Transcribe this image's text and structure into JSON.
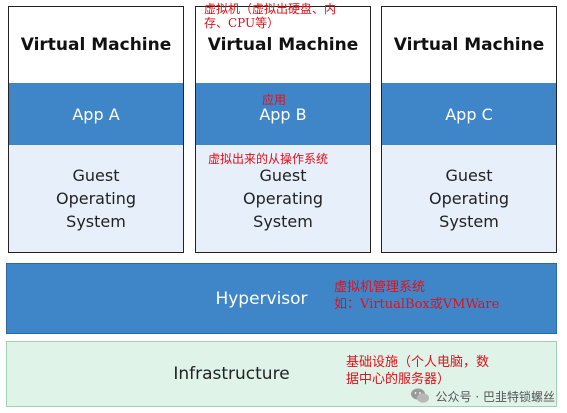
{
  "vms": [
    {
      "title": "Virtual Machine",
      "app": "App A",
      "os": "Guest\nOperating\nSystem"
    },
    {
      "title": "Virtual Machine",
      "app": "App B",
      "os": "Guest\nOperating\nSystem"
    },
    {
      "title": "Virtual Machine",
      "app": "App C",
      "os": "Guest\nOperating\nSystem"
    }
  ],
  "hypervisor": {
    "label": "Hypervisor"
  },
  "infrastructure": {
    "label": "Infrastructure"
  },
  "annotations": {
    "vm": "虚拟机（虚拟出硬盘、内\n存、CPU等）",
    "app": "应用",
    "guest_os": "虚拟出来的从操作系统",
    "hypervisor": "虚拟机管理系统\n如：VirtualBox或VMWare",
    "infrastructure": "基础设施（个人电脑，数\n据中心的服务器）"
  },
  "watermark": {
    "text": "公众号 · 巴韭特锁螺丝",
    "icon": "wechat-icon"
  },
  "colors": {
    "app_bar": "#3f86c9",
    "os_bg": "#e6effa",
    "infra_bg": "#dff3e8",
    "annotation": "#e0101a"
  }
}
